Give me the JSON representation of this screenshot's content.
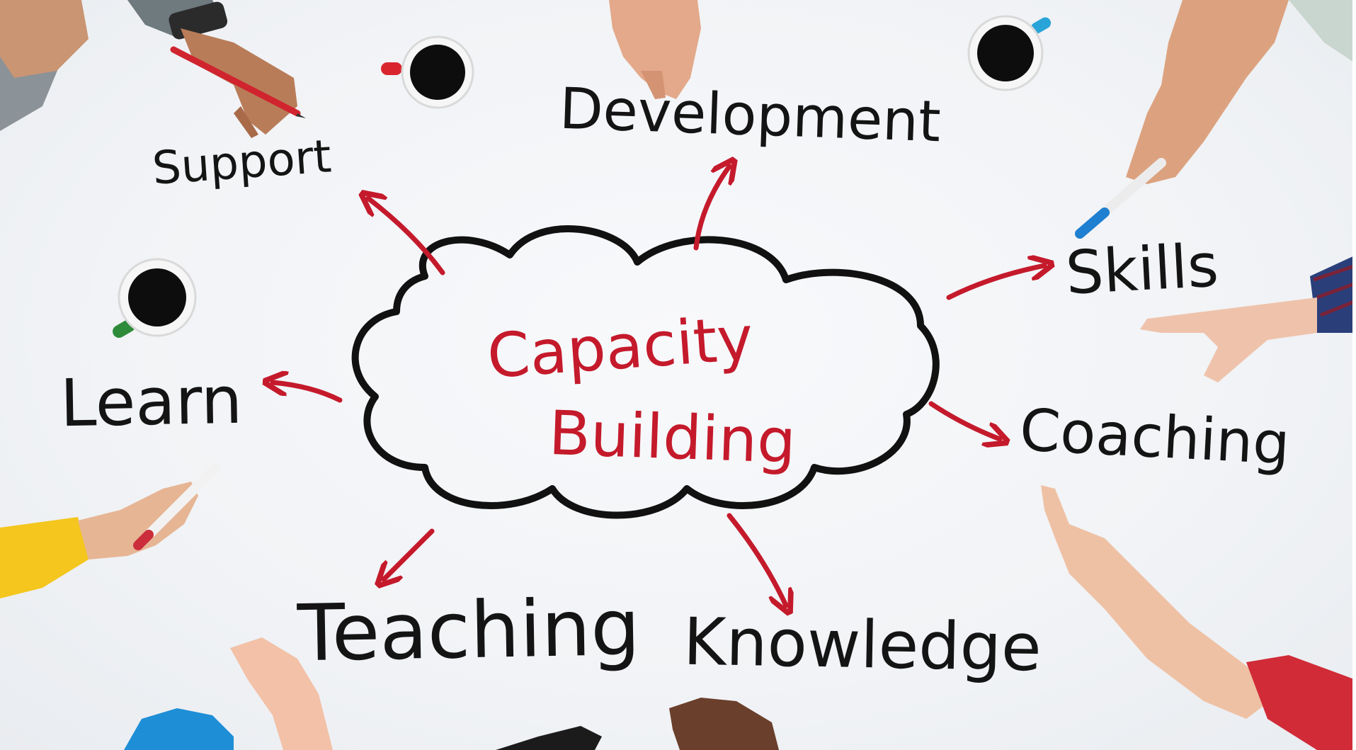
{
  "scene": {
    "center": {
      "line1": "Capacity",
      "line2": "Building",
      "ink_color": "#c41a2b"
    },
    "words": {
      "support": "Support",
      "development": "Development",
      "skills": "Skills",
      "learn": "Learn",
      "coaching": "Coaching",
      "teaching": "Teaching",
      "knowledge": "Knowledge"
    },
    "word_ink_color": "#141414",
    "arrow_color": "#c41a2b"
  }
}
